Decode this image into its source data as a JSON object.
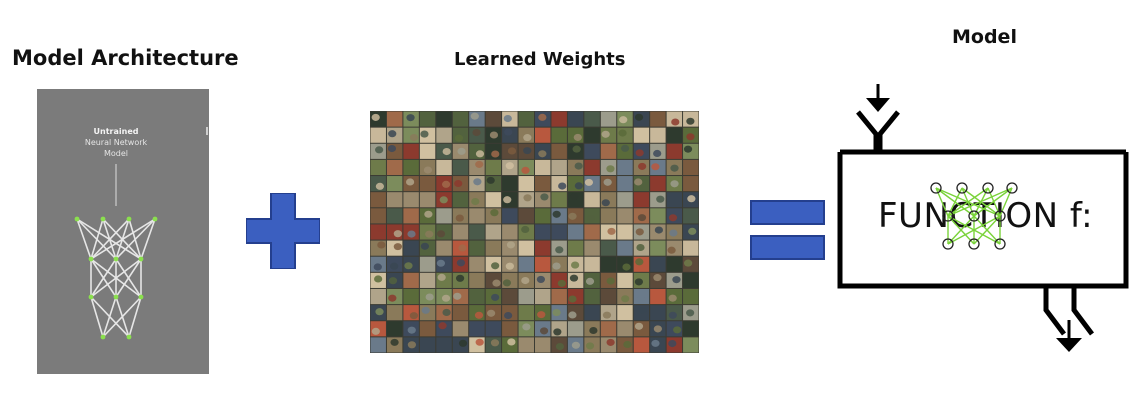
{
  "headings": {
    "architecture": "Model Architecture",
    "weights": "Learned Weights",
    "model": "Model"
  },
  "architecture_panel": {
    "title": "Untrained",
    "subtitle_line1": "Neural Network",
    "subtitle_line2": "Model"
  },
  "function_box": {
    "label": "FUNCTION f:"
  },
  "operators": {
    "plus": "plus-sign-icon",
    "equals": "equals-sign-icon"
  },
  "weights_image": {
    "content": "grid-of-image-thumbnails",
    "columns": 20,
    "rows": 15
  },
  "colors": {
    "operator_blue": "#3b5fc0",
    "panel_gray": "#7b7b7b",
    "node_green": "#8be04e",
    "function_net_green": "#7ad33a"
  }
}
